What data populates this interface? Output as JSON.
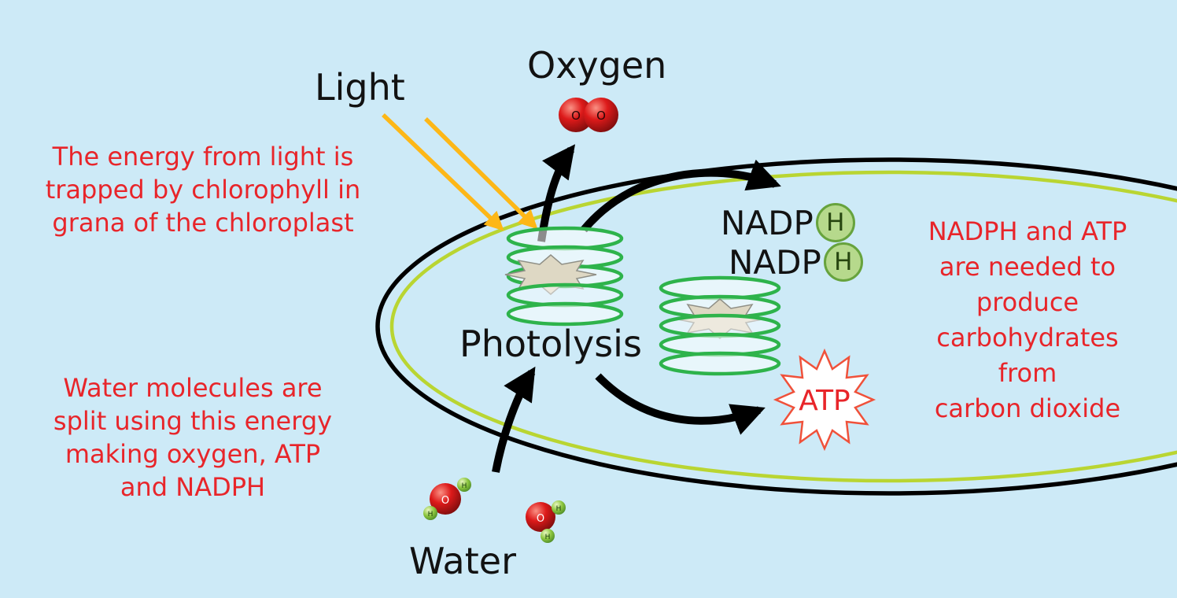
{
  "labels": {
    "light": "Light",
    "oxygen": "Oxygen",
    "photolysis": "Photolysis",
    "water": "Water",
    "atp": "ATP",
    "nadp": "NADP",
    "h": "H",
    "o_atom": "O",
    "h_atom": "H"
  },
  "annotations": {
    "energy": "The energy from light is\ntrapped by chlorophyll in\ngrana of the chloroplast",
    "water_split": "Water molecules are\nsplit using this energy\nmaking oxygen, ATP\nand NADPH",
    "nadph_atp": "NADPH and ATP\nare needed to\nproduce\ncarbohydrates\nfrom\ncarbon dioxide"
  },
  "colors": {
    "background": "#cdeaf7",
    "annotation_red": "#e8252a",
    "grana_green": "#2eb34b",
    "chloroplast_outline": "#000000",
    "chloroplast_inner_membrane": "#b9d532",
    "light_arrow_yellow": "#fdb717",
    "nadph_circle_fill": "#b6d98c",
    "nadph_circle_stroke": "#67a33d",
    "atp_star_stroke": "#f0513a",
    "starburst_fill": "#ded8c4",
    "oxygen_sphere_red": "#dd1a1a",
    "hydrogen_sphere_green": "#8cc63f"
  }
}
